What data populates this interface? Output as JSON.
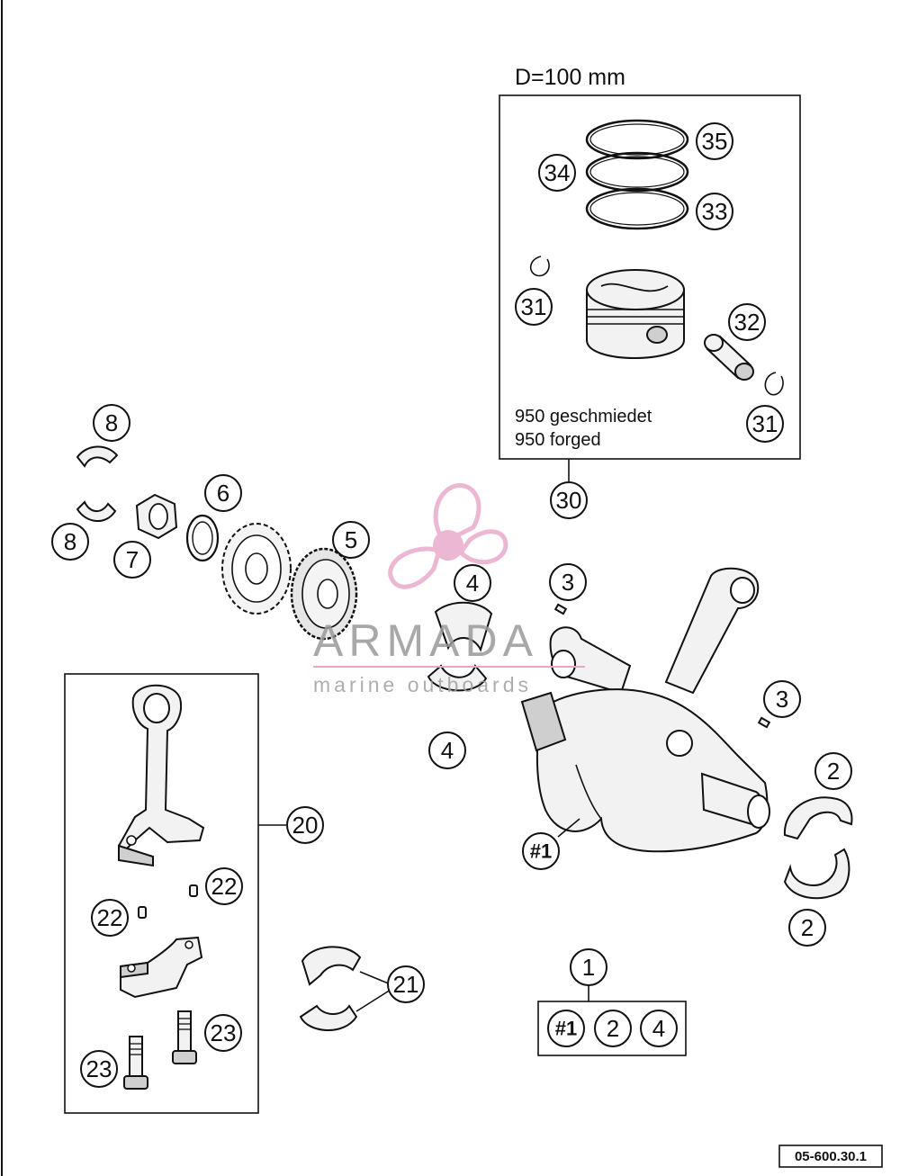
{
  "piston_kit": {
    "diameter_label": "D=100 mm",
    "note_line1": "950 geschmiedet",
    "note_line2": "950 forged"
  },
  "callouts": {
    "c1": "1",
    "c2": "2",
    "c3": "3",
    "c4": "4",
    "c5": "5",
    "c6": "6",
    "c7": "7",
    "c8": "8",
    "c20": "20",
    "c21": "21",
    "c22": "22",
    "c23": "23",
    "c30": "30",
    "c31": "31",
    "c32": "32",
    "c33": "33",
    "c34": "34",
    "c35": "35",
    "crankshaft": "#1"
  },
  "document_number": "05-600.30.1",
  "watermark": {
    "name": "ARMADA",
    "tagline": "marine outboards",
    "color": "#e7a6c8"
  }
}
